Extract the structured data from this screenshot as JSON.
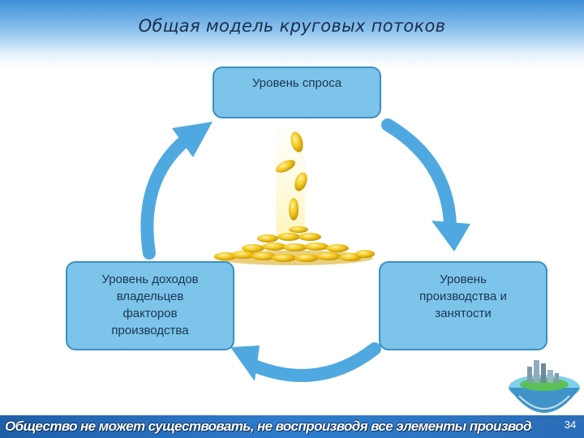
{
  "slide": {
    "title": "Общая модель круговых потоков",
    "footer_text": "Общество не может существовать, не воспроизводя все элементы производства постоянно",
    "page_number": "34"
  },
  "diagram": {
    "nodes": {
      "demand": "Уровень спроса",
      "production": "Уровень\nпроизводства и\nзанятости",
      "income": "Уровень доходов\nвладельцев\nфакторов\nпроизводства"
    },
    "arrow_color": "#4fa9e0",
    "box_fill": "#7cc4ea",
    "coin_color": "#f2c316"
  }
}
